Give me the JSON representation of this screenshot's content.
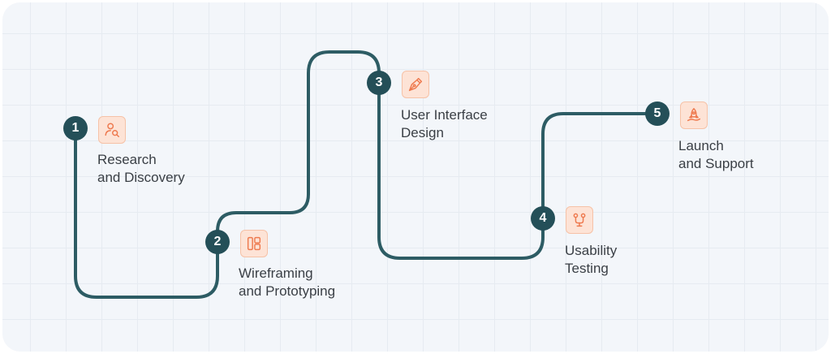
{
  "steps": [
    {
      "number": "1",
      "label_line1": "Research",
      "label_line2": "and Discovery",
      "icon": "user-search-icon"
    },
    {
      "number": "2",
      "label_line1": "Wireframing",
      "label_line2": "and Prototyping",
      "icon": "layout-blocks-icon"
    },
    {
      "number": "3",
      "label_line1": "User Interface",
      "label_line2": "Design",
      "icon": "pen-nib-icon"
    },
    {
      "number": "4",
      "label_line1": "Usability",
      "label_line2": "Testing",
      "icon": "user-flow-icon"
    },
    {
      "number": "5",
      "label_line1": "Launch",
      "label_line2": "and Support",
      "icon": "rocket-launch-icon"
    }
  ],
  "colors": {
    "path": "#2d5c64",
    "badge": "#244f58",
    "icon_stroke": "#ee7a4f",
    "icon_bg": "#fde3d6"
  }
}
